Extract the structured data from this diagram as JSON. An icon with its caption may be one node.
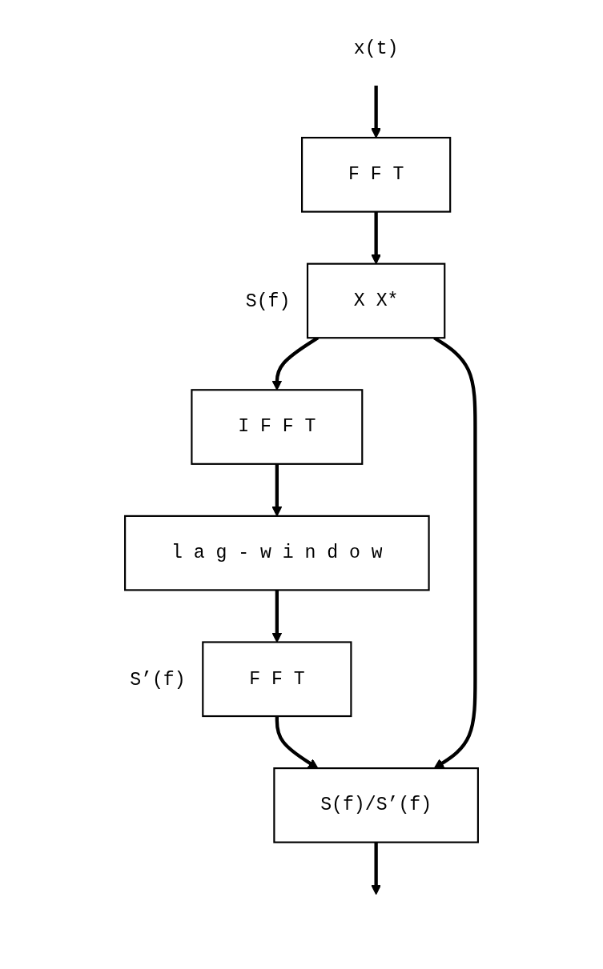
{
  "diagram": {
    "nodes": [
      {
        "text": [
          "x(t)"
        ]
      },
      {
        "text": [
          "F F T"
        ]
      },
      {
        "text": [
          "X X*"
        ],
        "beside": [
          "S(f)"
        ]
      },
      {
        "text": [
          "I F F T"
        ]
      },
      {
        "text": [
          "l a g - w i n d o w"
        ]
      },
      {
        "text": [
          "F F T"
        ],
        "beside": [
          "S’(f)"
        ]
      },
      {
        "text": [
          "S(f)/S’(f)"
        ]
      }
    ],
    "edges": [
      {
        "from": 0,
        "to": 1,
        "arrow": "to"
      },
      {
        "from": 1,
        "to": 2,
        "arrow": "to"
      },
      {
        "from": 2,
        "to": 3,
        "arrow": "to"
      },
      {
        "from": 3,
        "to": 4,
        "arrow": "to"
      },
      {
        "from": 4,
        "to": 5,
        "arrow": "to"
      },
      {
        "from": 5,
        "to": 6,
        "arrow": "to"
      },
      {
        "from": 2,
        "to": 6,
        "arrow": "to"
      },
      {
        "from": 6,
        "to": null,
        "arrow": "to"
      }
    ]
  }
}
